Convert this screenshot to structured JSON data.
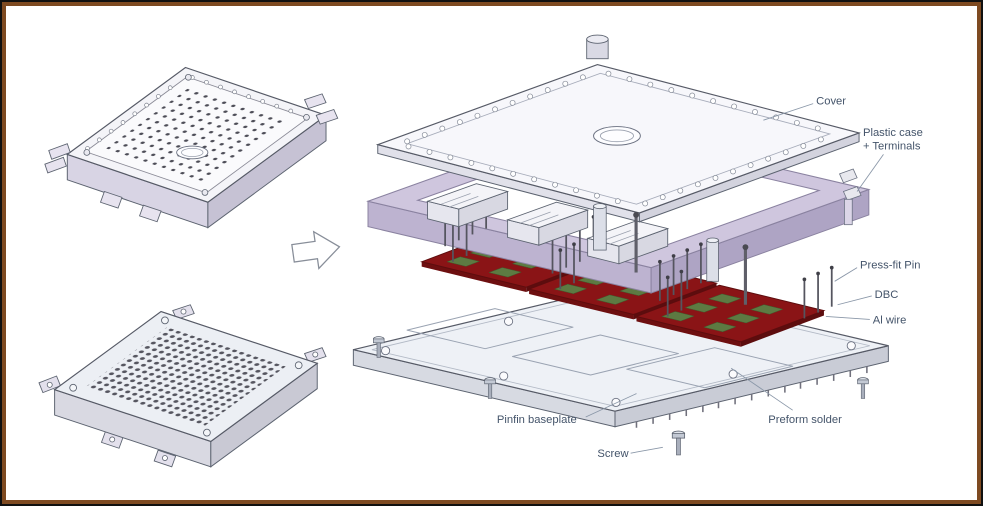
{
  "diagram": {
    "labels": {
      "cover": "Cover",
      "plastic_case_line1": "Plastic case",
      "plastic_case_line2": "+ Terminals",
      "press_fit_pin": "Press-fit Pin",
      "dbc": "DBC",
      "al_wire": "Al wire",
      "pinfin_baseplate": "Pinfin baseplate",
      "preform_solder": "Preform solder",
      "screw": "Screw"
    },
    "colors": {
      "label_text": "#44546a",
      "leader_line": "#8a97a8",
      "dbc_red": "#8a1416",
      "chip_green": "#5d7a42",
      "case_lavender": "#cfc6de",
      "frame_brown": "#7e4a21",
      "frame_black": "#101010"
    }
  }
}
